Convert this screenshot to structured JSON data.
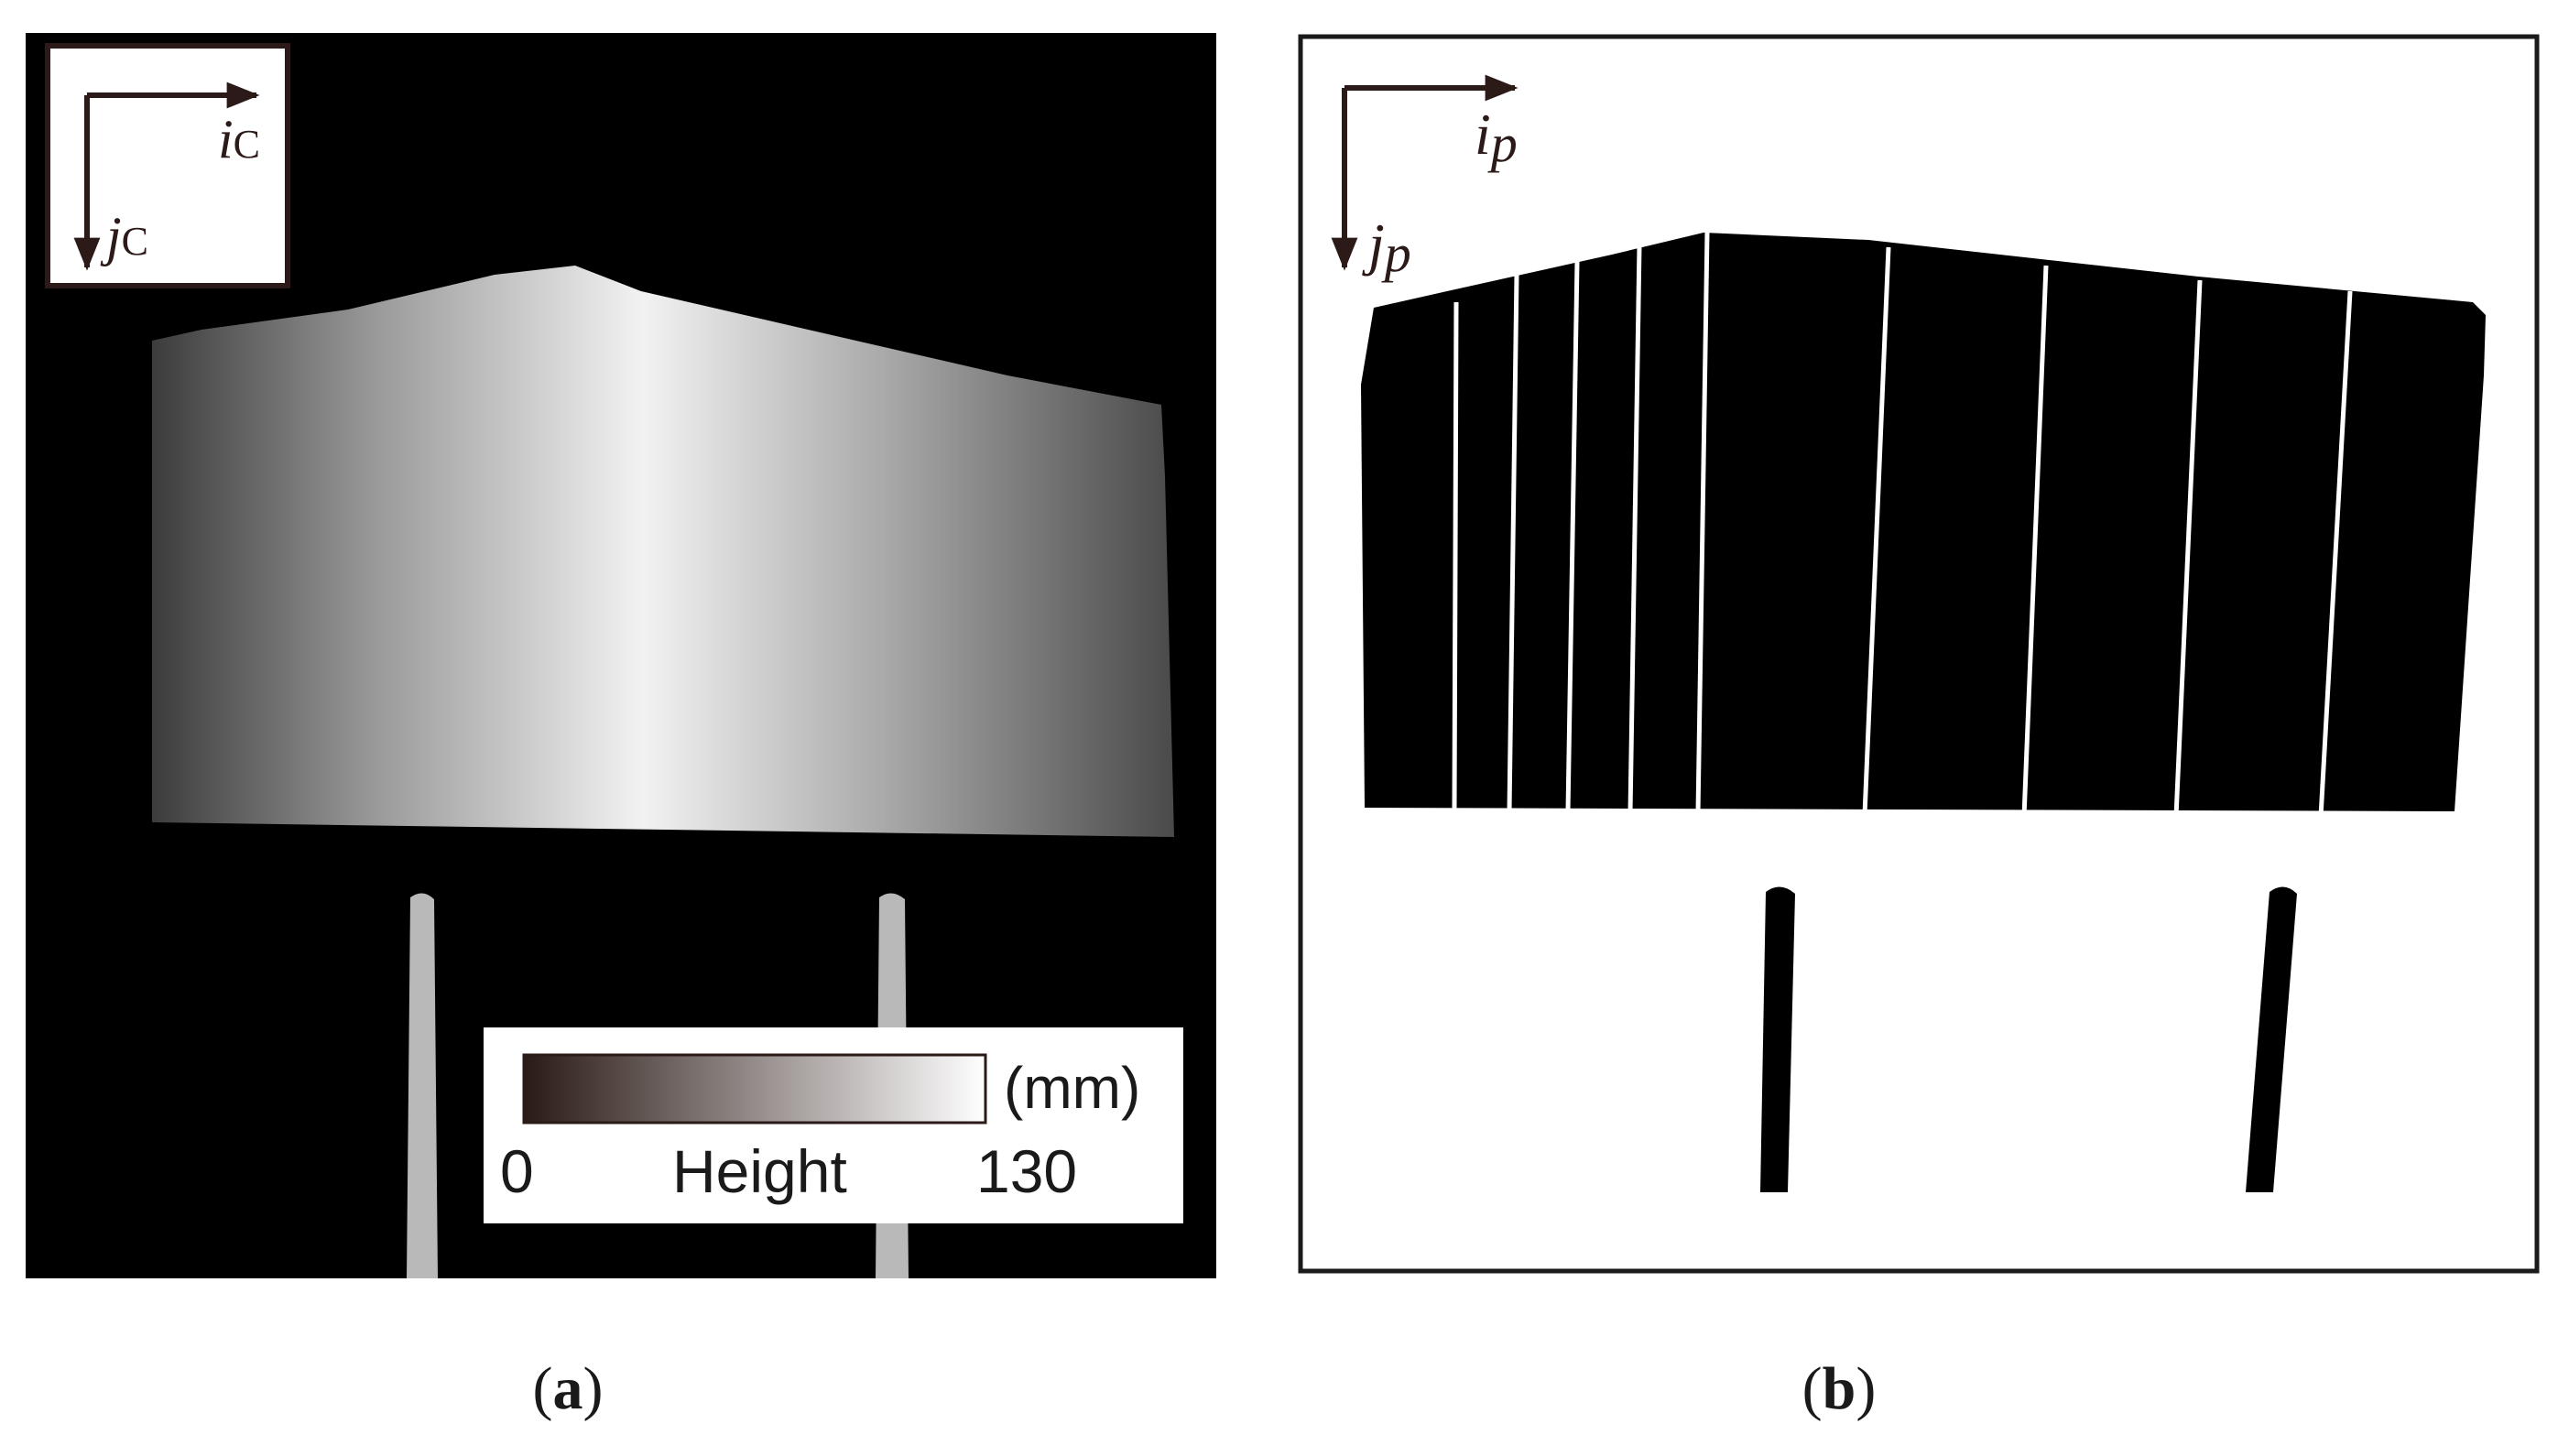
{
  "panel_a": {
    "axis_i": {
      "base": "i",
      "sub": "C"
    },
    "axis_j": {
      "base": "j",
      "sub": "C"
    },
    "colorbar": {
      "min_label": "0",
      "mid_label": "Height",
      "max_label": "130",
      "unit": "(mm)",
      "colors": [
        "#2a1a16",
        "#ffffff"
      ]
    },
    "caption_letter": "a"
  },
  "panel_b": {
    "axis_i": {
      "base": "i",
      "sub": "p"
    },
    "axis_j": {
      "base": "j",
      "sub": "p"
    },
    "caption_letter": "b"
  },
  "colors": {
    "arrow": "#2b1a17",
    "background_a": "#000000",
    "background_b": "#ffffff"
  }
}
